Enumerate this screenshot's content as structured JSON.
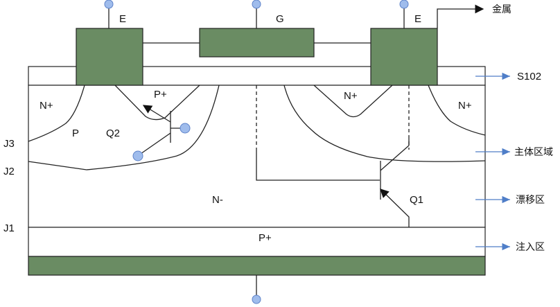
{
  "terminals": {
    "emitter_left": "E",
    "gate": "G",
    "emitter_right": "E"
  },
  "regions": {
    "n_plus_left": "N+",
    "p_body": "P",
    "p_plus_upper": "P+",
    "n_plus_center": "N+",
    "n_plus_right": "N+",
    "n_minus": "N-",
    "p_plus_lower": "P+"
  },
  "transistors": {
    "q1": "Q1",
    "q2": "Q2"
  },
  "junctions": {
    "j1": "J1",
    "j2": "J2",
    "j3": "J3"
  },
  "callouts": {
    "metal": "金属",
    "oxide": "S102",
    "body": "主体区域",
    "drift": "漂移区",
    "injection": "注入区"
  },
  "colors": {
    "terminal": "#6a8c63",
    "pin": "#9fbcec",
    "callout_arrow": "#4f7ec8"
  }
}
